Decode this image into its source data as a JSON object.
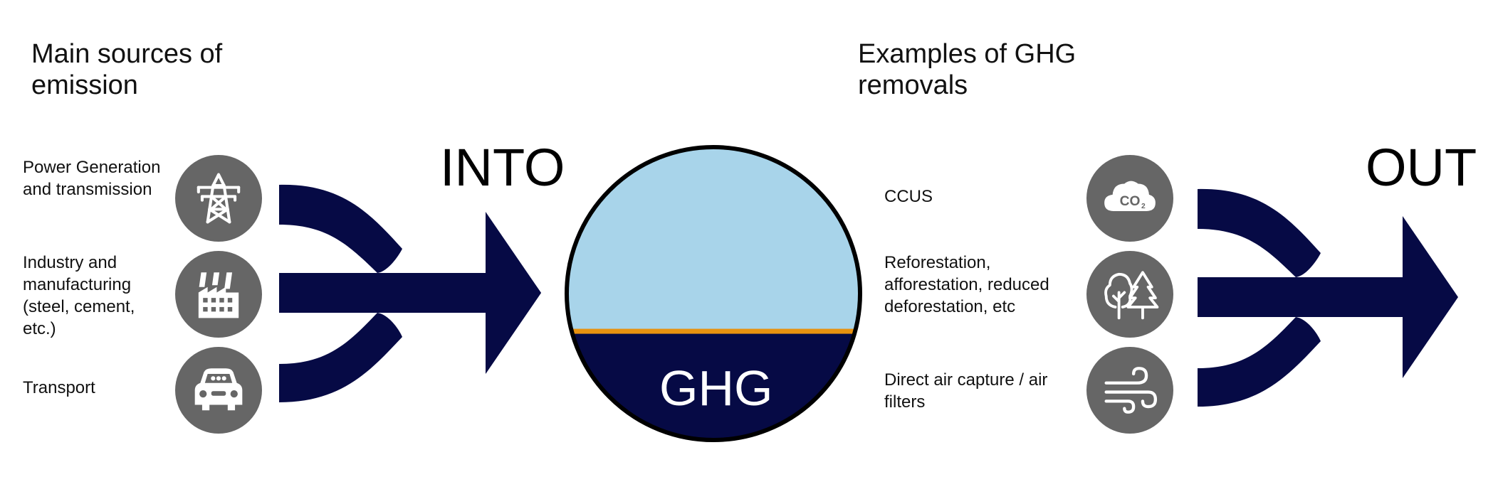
{
  "colors": {
    "arrow": "#060a45",
    "circle_top": "#a8d4ea",
    "circle_bottom": "#060a45",
    "divider": "#e8920f",
    "icon_bg": "#666666",
    "icon_fg": "#ffffff"
  },
  "left": {
    "heading": "Main sources of\nemission",
    "flow_label": "INTO",
    "items": [
      {
        "label": "Power Generation\nand transmission",
        "icon": "transmission-tower-icon"
      },
      {
        "label": "Industry and\nmanufacturing\n(steel, cement,\netc.)",
        "icon": "factory-icon"
      },
      {
        "label": "Transport",
        "icon": "car-icon"
      }
    ]
  },
  "center": {
    "label": "GHG",
    "fill_level": 0.37
  },
  "right": {
    "heading": "Examples of GHG\nremovals",
    "flow_label": "OUT",
    "items": [
      {
        "label": "CCUS",
        "icon": "co2-cloud-icon"
      },
      {
        "label": "Reforestation,\nafforestation, reduced\ndeforestation, etc",
        "icon": "trees-icon"
      },
      {
        "label": "Direct air capture / air\nfilters",
        "icon": "wind-icon"
      }
    ]
  }
}
